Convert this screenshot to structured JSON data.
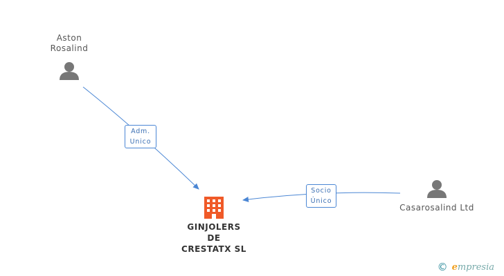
{
  "nodes": {
    "person_aston": {
      "label_line1": "Aston",
      "label_line2": "Rosalind"
    },
    "person_casarosalind": {
      "label": "Casarosalind Ltd"
    },
    "company": {
      "line1": "GINJOLERS",
      "line2": "DE",
      "line3": "CRESTATX SL"
    }
  },
  "edges": {
    "aston_to_company": {
      "line1": "Adm.",
      "line2": "Unico"
    },
    "casarosalind_to_company": {
      "line1": "Socio",
      "line2": "Único"
    }
  },
  "colors": {
    "edge": "#4a86d4",
    "person": "#777777",
    "company": "#f05a28"
  },
  "watermark": {
    "symbol": "©",
    "brand_initial": "e",
    "brand_rest": "mpresia"
  }
}
